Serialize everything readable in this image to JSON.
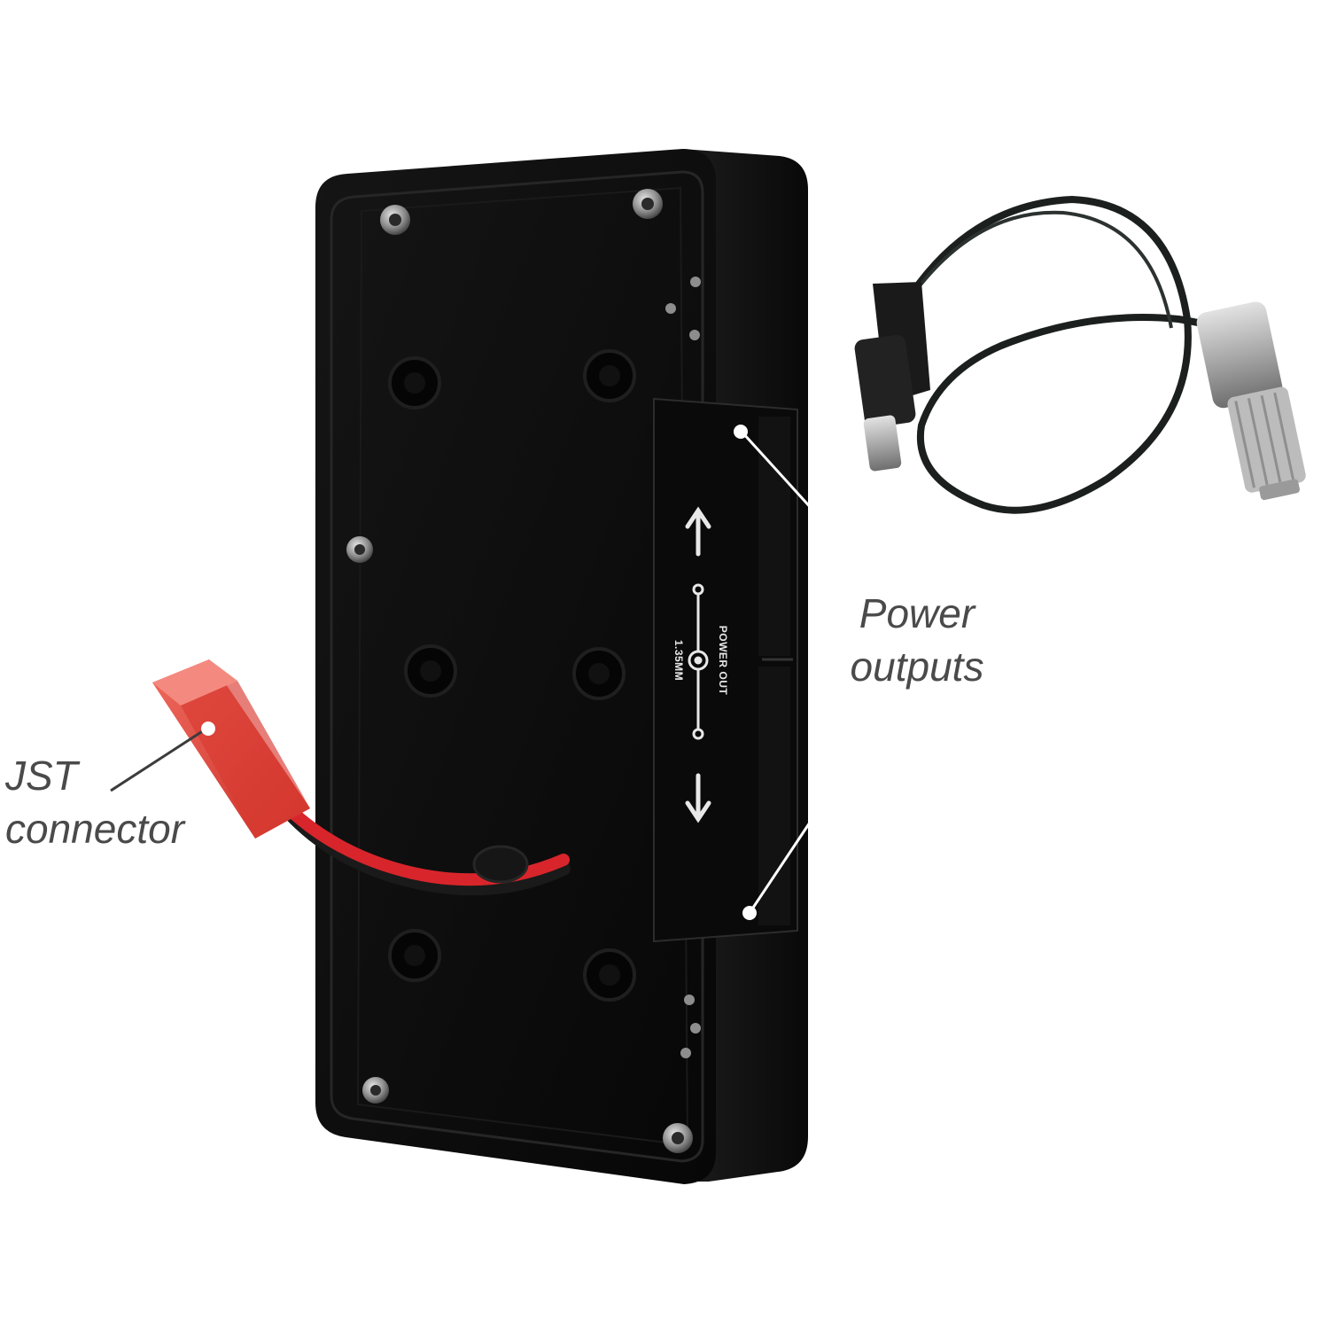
{
  "labels": {
    "power_outputs": {
      "line1": "Power",
      "line2": "outputs"
    },
    "jst_connector": {
      "line1": "JST",
      "line2": "connector"
    }
  },
  "plate": {
    "port_label_line1": "POWER OUT",
    "port_label_line2": "1.35MM"
  },
  "colors": {
    "background": "#ffffff",
    "plate_body": "#0e0e0e",
    "jst_housing": "#e0443a",
    "wire_red": "#d8252b",
    "cable": "#1b1f1d",
    "connector_metal": "#b9b9b9",
    "label_text": "#4a4a4a",
    "callout_line": "#ffffff"
  }
}
